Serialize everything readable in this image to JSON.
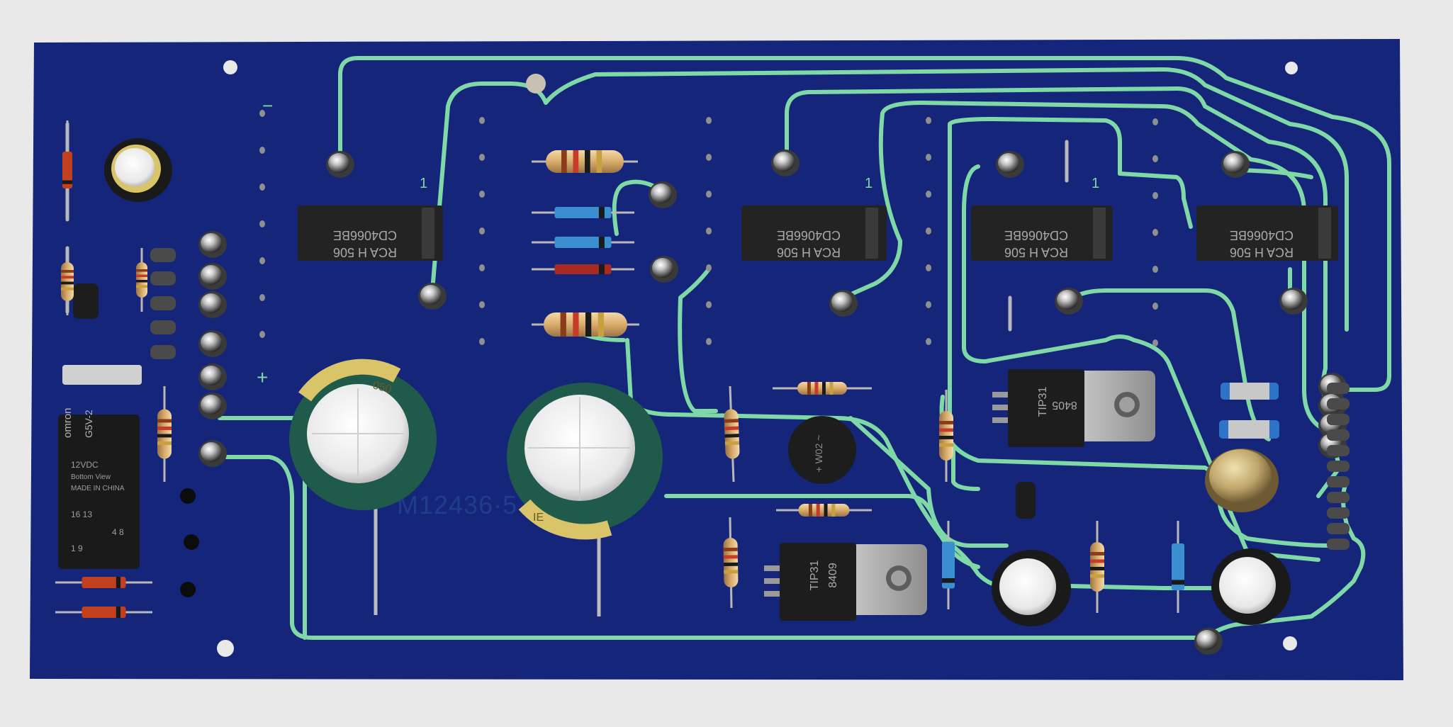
{
  "board": {
    "marking": "M12436·5",
    "pol_minus": "−",
    "pol_plus": "+",
    "pin1_marks": [
      "1",
      "1",
      "1"
    ],
    "colors": {
      "substrate": "#15257a",
      "trace": "#7fd9a6",
      "ic_body": "#232323",
      "ic_text": "#a9a9a9",
      "relay_body": "#1a1a1a",
      "cap_sleeve": "#1f5a4a",
      "background": "#e9e9ea"
    }
  },
  "ics": [
    {
      "line1": "CD4066BE",
      "line2": "RCA H 506"
    },
    {
      "line1": "CD4066BE",
      "line2": "RCA H 506"
    },
    {
      "line1": "CD4066BE",
      "line2": "RCA H 506"
    },
    {
      "line1": "CD4066BE",
      "line2": "RCA H 506"
    }
  ],
  "transistors": [
    {
      "line1": "TIP31",
      "line2": "8405"
    },
    {
      "line1": "TIP31",
      "line2": "8409"
    }
  ],
  "relay": {
    "brand": "omron",
    "model": "G5V-2",
    "rating": "12VDC",
    "code": "Bottom View",
    "origin": "MADE IN CHINA",
    "pins_a": "16 13",
    "pins_b": "4 8",
    "pins_c": "1 9"
  },
  "bridge": {
    "text": "+ W02 ~"
  },
  "caps": {
    "big_left": "050",
    "big_right": "IE"
  }
}
